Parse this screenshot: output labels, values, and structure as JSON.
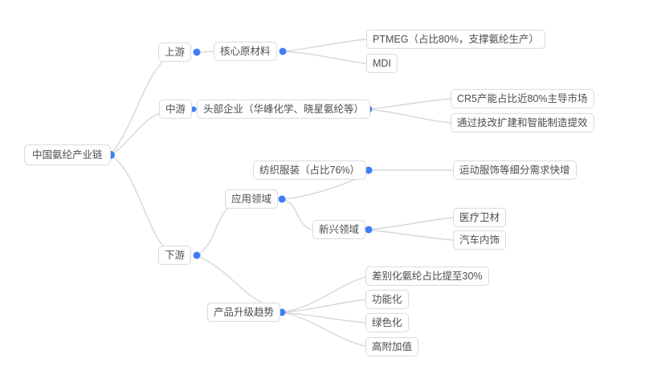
{
  "mindmap": {
    "root": {
      "label": "中国氨纶产业链",
      "children": [
        {
          "label": "上游",
          "children": [
            {
              "label": "核心原材料",
              "children": [
                {
                  "label": "PTMEG（占比80%，支撑氨纶生产）"
                },
                {
                  "label": "MDI"
                }
              ]
            }
          ]
        },
        {
          "label": "中游",
          "children": [
            {
              "label": "头部企业（华峰化学、晓星氨纶等）",
              "children": [
                {
                  "label": "CR5产能占比近80%主导市场"
                },
                {
                  "label": "通过技改扩建和智能制造提效"
                }
              ]
            }
          ]
        },
        {
          "label": "下游",
          "children": [
            {
              "label": "应用领域",
              "children": [
                {
                  "label": "纺织服装（占比76%）",
                  "children": [
                    {
                      "label": "运动服饰等细分需求快增"
                    }
                  ]
                },
                {
                  "label": "新兴领域",
                  "children": [
                    {
                      "label": "医疗卫材"
                    },
                    {
                      "label": "汽车内饰"
                    }
                  ]
                }
              ]
            },
            {
              "label": "产品升级趋势",
              "children": [
                {
                  "label": "差别化氨纶占比提至30%"
                },
                {
                  "label": "功能化"
                },
                {
                  "label": "绿色化"
                },
                {
                  "label": "高附加值"
                }
              ]
            }
          ]
        }
      ]
    },
    "colors": {
      "background": "#ffffff",
      "node_background": "#ffffff",
      "node_border": "#d9dadc",
      "node_text": "#4a4d52",
      "edge_line": "#d6d7d9",
      "junction_dot": "#3d7ef5"
    }
  }
}
